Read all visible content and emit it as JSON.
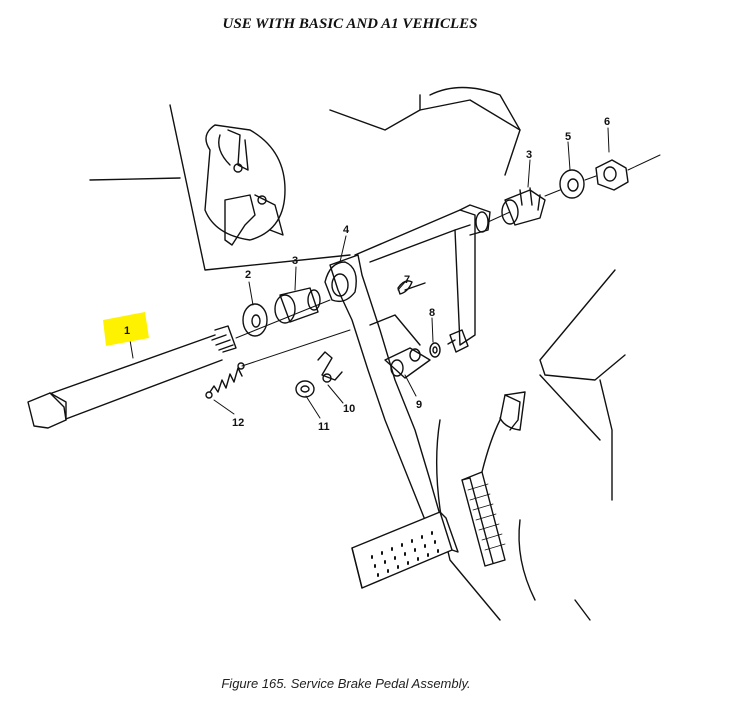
{
  "header": {
    "title": "USE WITH BASIC AND A1 VEHICLES"
  },
  "caption": "Figure 165.  Service Brake Pedal Assembly.",
  "callouts": {
    "c1": "1",
    "c2": "2",
    "c3a": "3",
    "c3b": "3",
    "c4": "4",
    "c5": "5",
    "c6": "6",
    "c7": "7",
    "c8": "8",
    "c9": "9",
    "c10": "10",
    "c11": "11",
    "c12": "12"
  },
  "colors": {
    "highlight": "#FFF200",
    "ink": "#111111"
  },
  "highlighted_callout": "1"
}
